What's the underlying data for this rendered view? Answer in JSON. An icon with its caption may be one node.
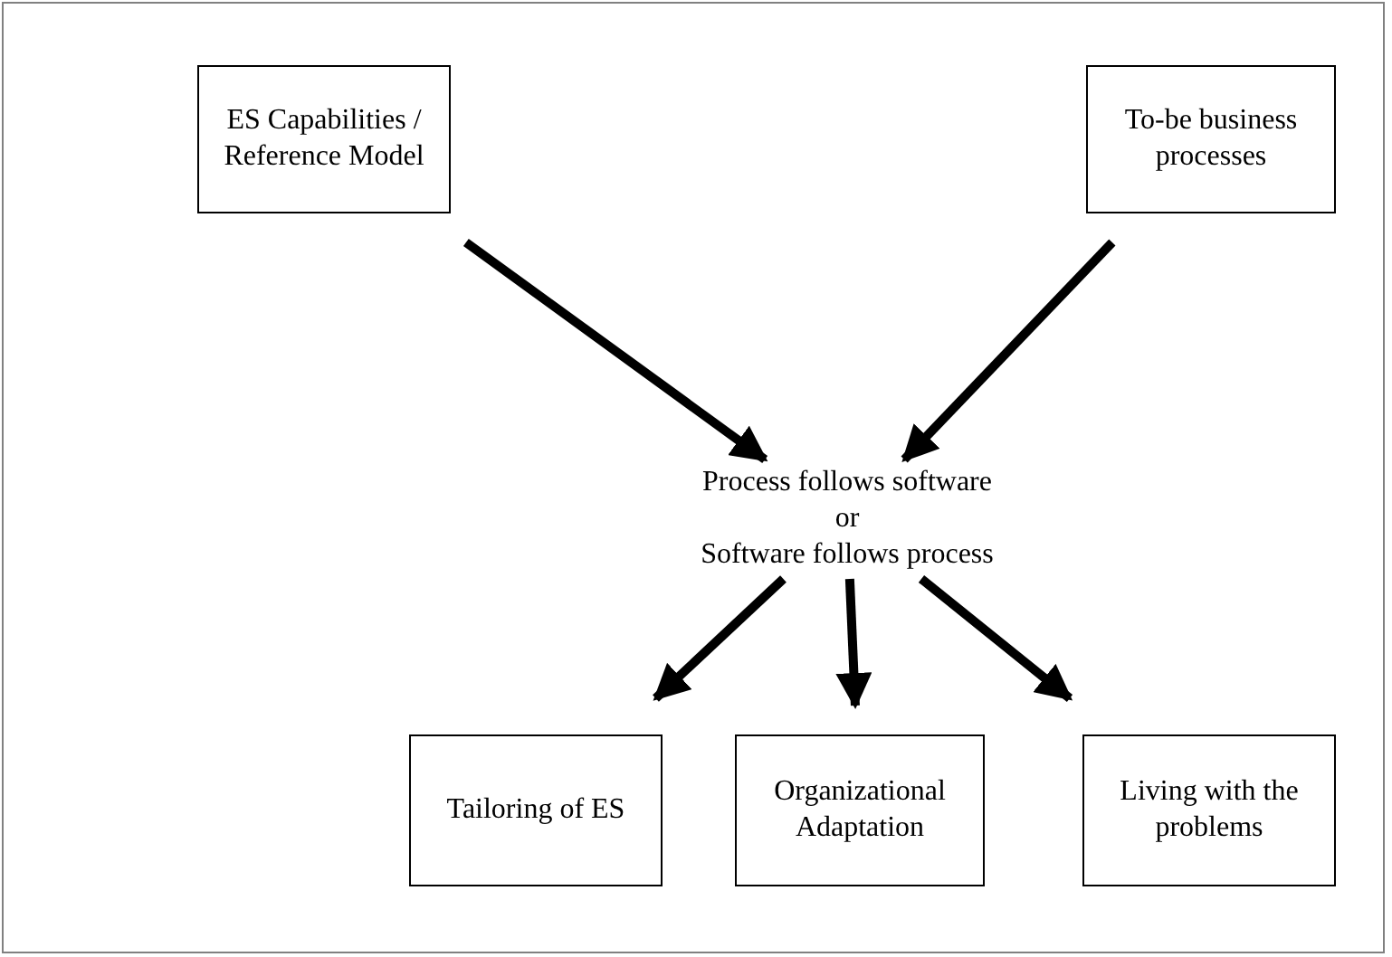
{
  "diagram": {
    "nodes": [
      {
        "text": [
          "ES Capabilities / Reference Model"
        ]
      },
      {
        "text": [
          "To-be business processes"
        ]
      },
      {
        "text": [
          "Process follows software",
          "or",
          "Software follows process"
        ]
      },
      {
        "text": [
          "Tailoring of ES"
        ]
      },
      {
        "text": [
          "Organizational Adaptation"
        ]
      },
      {
        "text": [
          "Living with the problems"
        ]
      }
    ],
    "edges": [
      {
        "from": 0,
        "to": 2,
        "arrow": "to"
      },
      {
        "from": 1,
        "to": 2,
        "arrow": "to"
      },
      {
        "from": 2,
        "to": 3,
        "arrow": "to"
      },
      {
        "from": 2,
        "to": 4,
        "arrow": "to"
      },
      {
        "from": 2,
        "to": 5,
        "arrow": "to"
      }
    ]
  }
}
